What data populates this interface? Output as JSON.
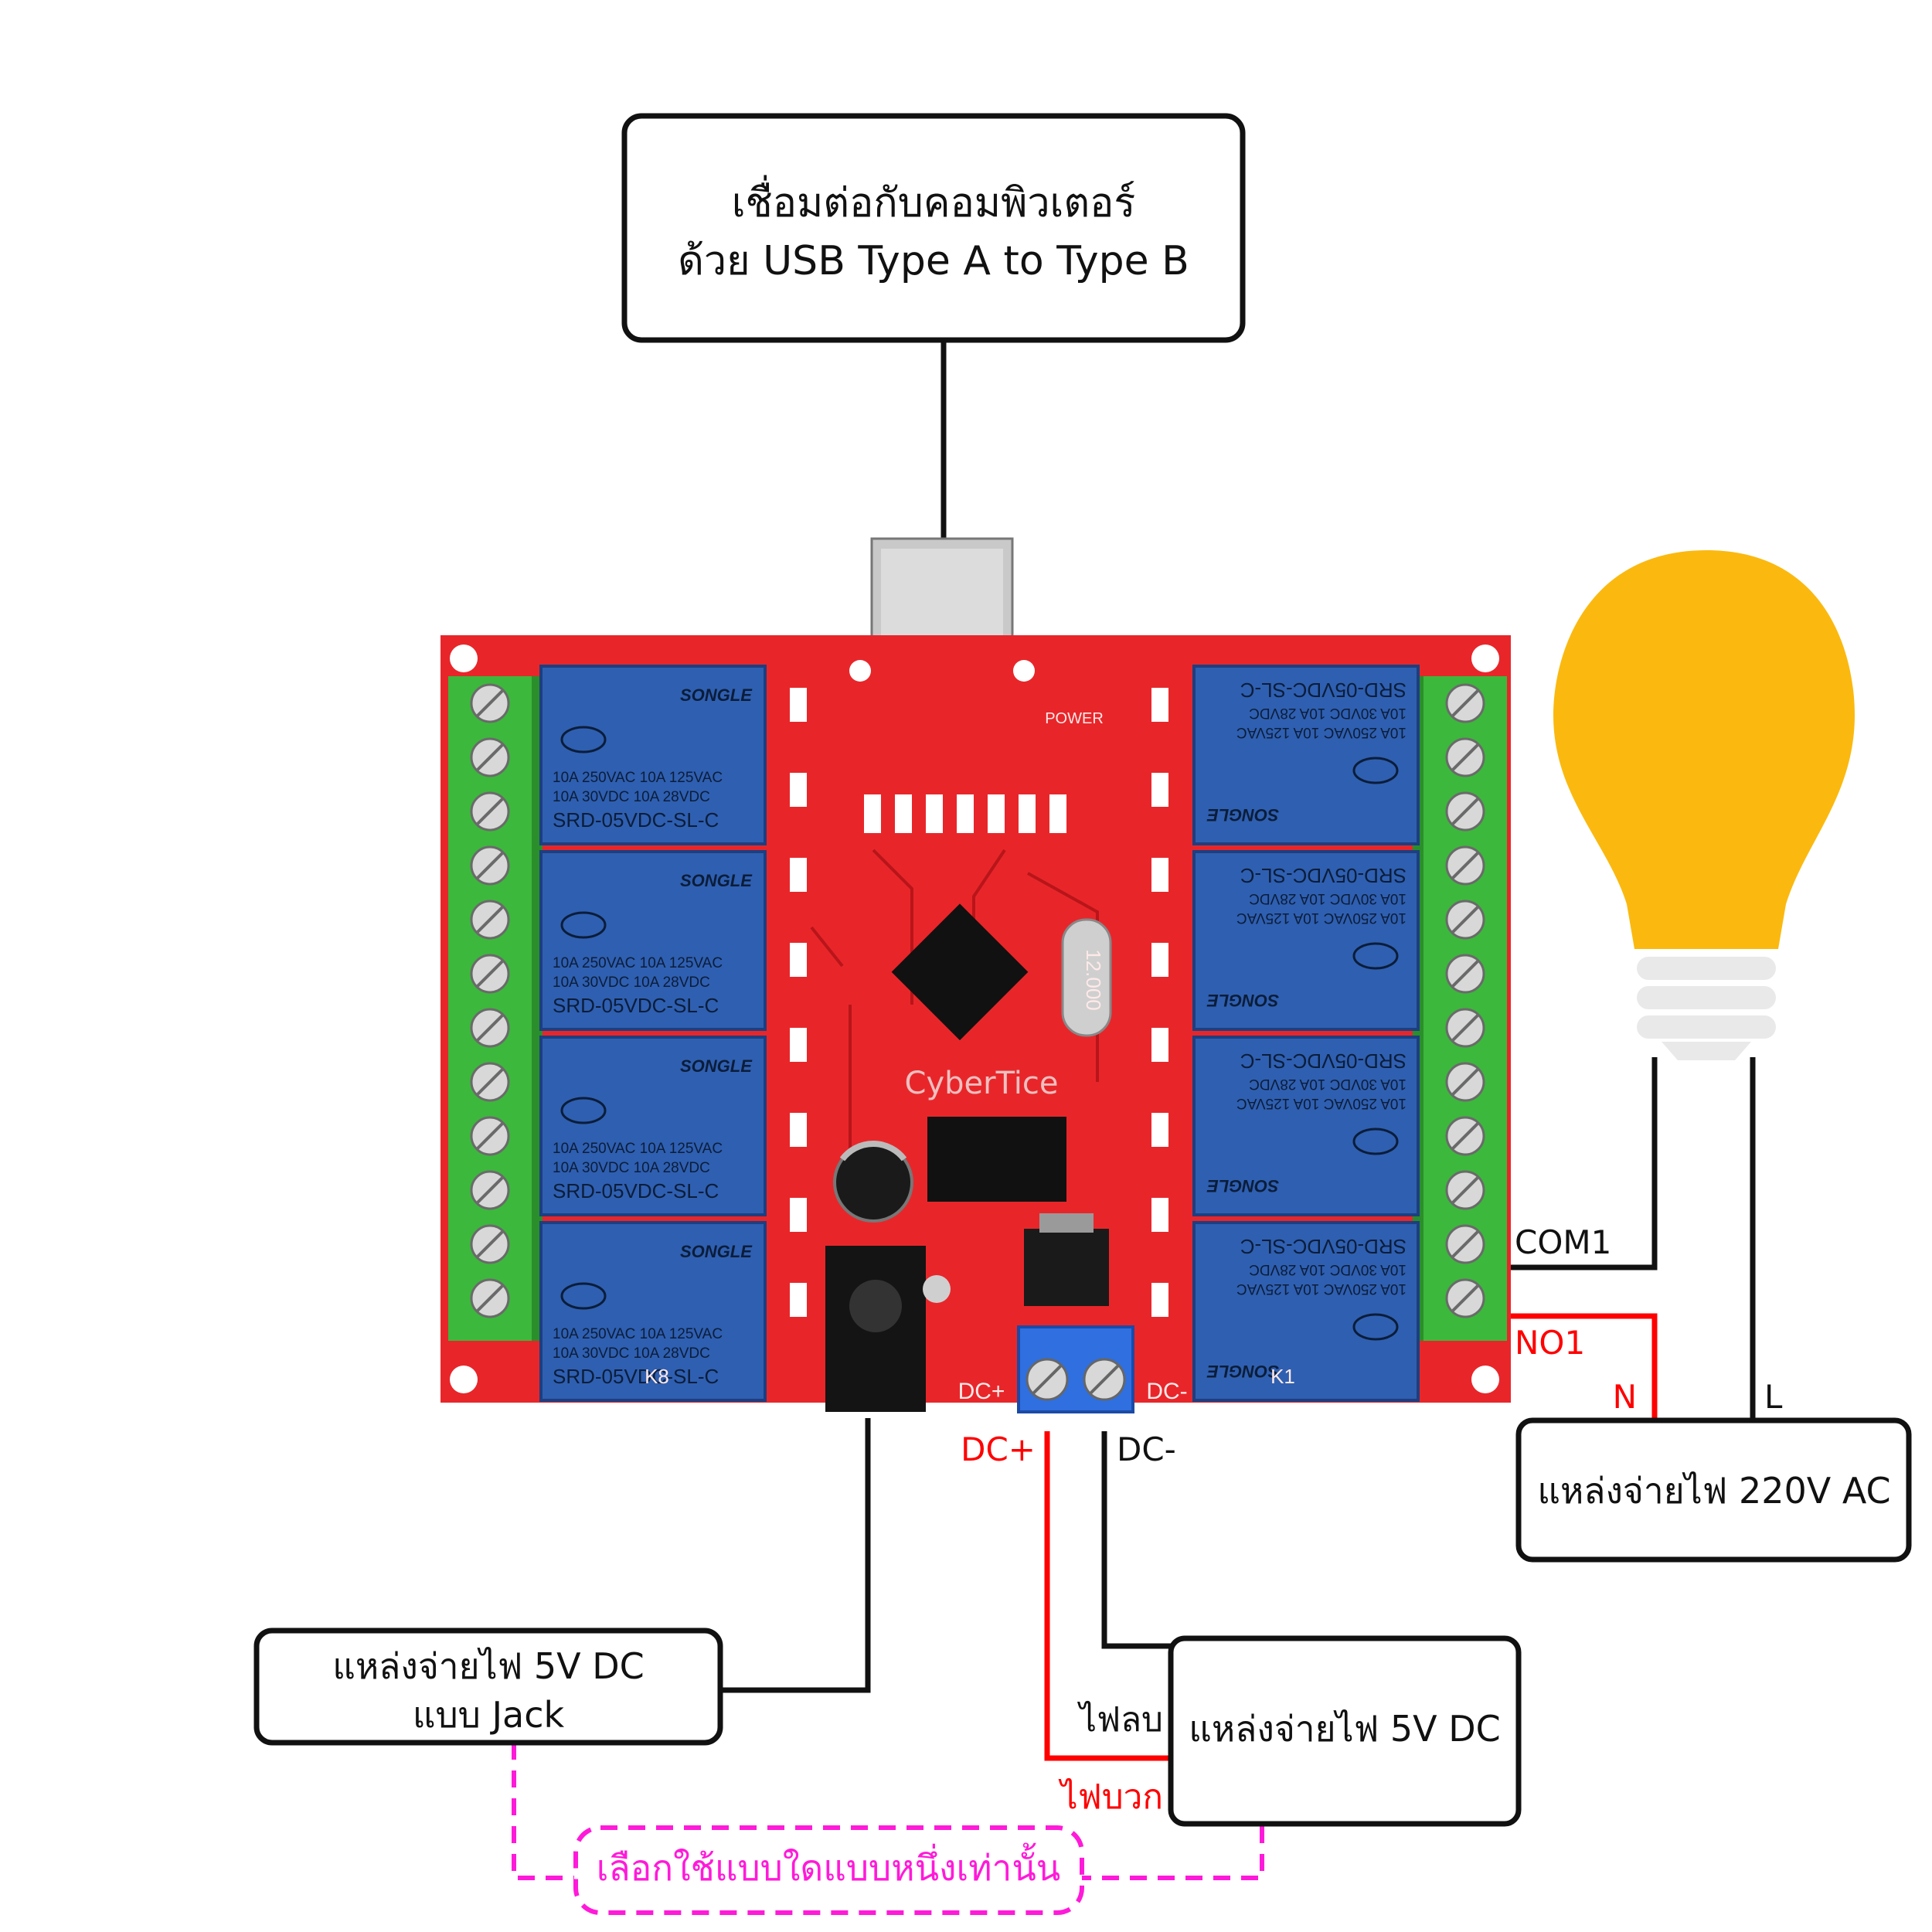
{
  "boxes": {
    "usb": {
      "line1": "เชื่อมต่อกับคอมพิวเตอร์",
      "line2": "ด้วย USB Type A to Type B"
    },
    "jack": {
      "line1": "แหล่งจ่ายไฟ 5V DC",
      "line2": "แบบ Jack"
    },
    "dc_supply": {
      "text": "แหล่งจ่ายไฟ 5V DC"
    },
    "ac_supply": {
      "text": "แหล่งจ่ายไฟ 220V AC"
    },
    "choose": {
      "text": "เลือกใช้แบบใดแบบหนึ่งเท่านั้น"
    }
  },
  "labels": {
    "dc_plus": "DC+",
    "dc_minus": "DC-",
    "fai_lob": "ไฟลบ",
    "fai_bok": "ไฟบวก",
    "com1": "COM1",
    "no1": "NO1",
    "n": "N",
    "l": "L"
  },
  "board": {
    "relay_brand": "SONGLE",
    "relay_line1": "10A 250VAC 10A 125VAC",
    "relay_line2": "10A 30VDC 10A 28VDC",
    "relay_model": "SRD-05VDC-SL-C",
    "crystal": "12.000",
    "watermark": "CyberTice",
    "silk_dc_plus": "DC+",
    "silk_dc_minus": "DC-",
    "silk_power": "POWER",
    "silk_k1": "K1",
    "silk_k8": "K8"
  },
  "colors": {
    "board_red": "#e8262a",
    "relay_blue": "#2f5fb0",
    "terminal_green": "#3cb83c",
    "wire_red": "#ff0000",
    "wire_magenta": "#ff1ad9",
    "bulb_yellow": "#fbb90f",
    "bulb_base": "#e9e9e9"
  }
}
